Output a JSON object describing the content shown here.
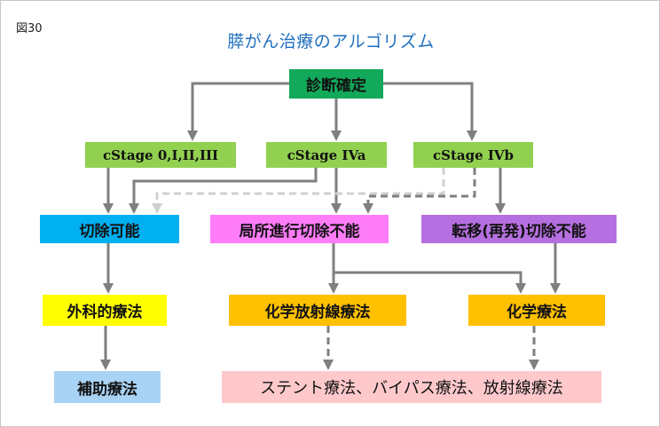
{
  "figure_label": "図30",
  "title": "膵がん治療のアルゴリズム",
  "colors": {
    "diagnosis": "#12a95a",
    "stage": "#92d050",
    "resectable": "#00b0f0",
    "locally_advanced": "#ff7cf9",
    "metastatic": "#b56fe0",
    "surgery": "#ffff00",
    "chemo": "#ffc000",
    "adjuvant": "#a9d3f5",
    "palliative": "#ffc9cc",
    "arrow": "#7f7f7f",
    "arrow_light": "#d0d0d0"
  },
  "nodes": {
    "diagnosis": "診断確定",
    "stage_0_3": "cStage 0,I,II,III",
    "stage_4a": "cStage IVa",
    "stage_4b": "cStage IVb",
    "resectable": "切除可能",
    "locally_advanced": "局所進行切除不能",
    "metastatic": "転移(再発)切除不能",
    "surgery": "外科的療法",
    "chemoradiotherapy": "化学放射線療法",
    "chemotherapy": "化学療法",
    "adjuvant": "補助療法",
    "palliative": "ステント療法、バイパス療法、放射線療法"
  }
}
